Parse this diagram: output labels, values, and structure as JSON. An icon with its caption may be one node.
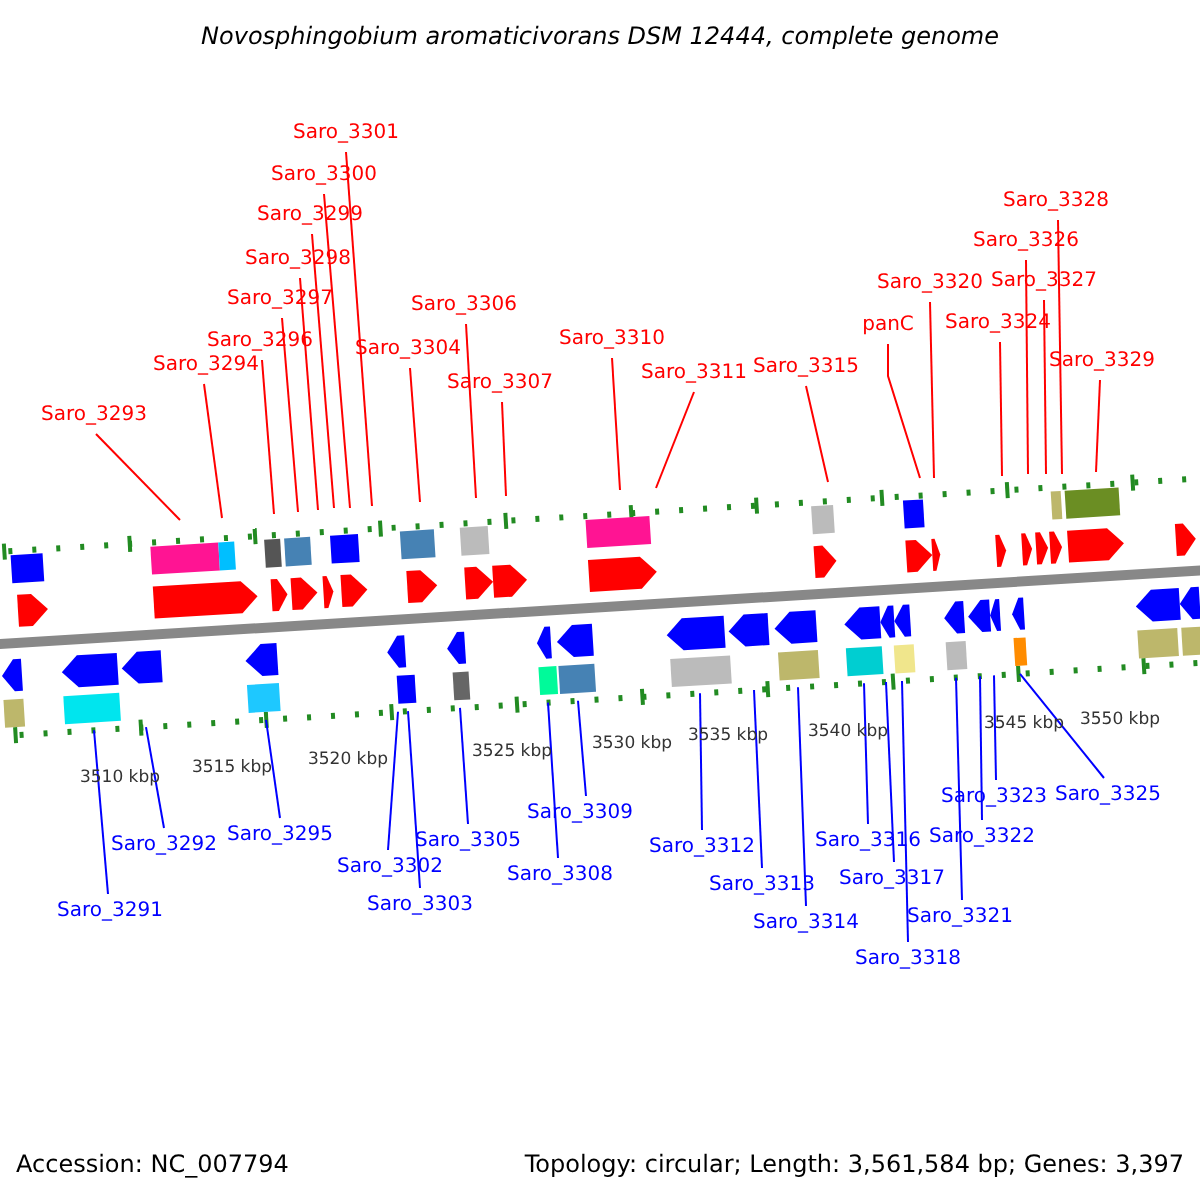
{
  "diagram": {
    "title": "Novosphingobium aromaticivorans DSM 12444, complete genome",
    "nodes": [
      {
        "text": [
          "Saro_3293"
        ]
      },
      {
        "text": [
          "Saro_3294"
        ]
      },
      {
        "text": [
          "Saro_3296"
        ]
      },
      {
        "text": [
          "Saro_3297"
        ]
      },
      {
        "text": [
          "Saro_3298"
        ]
      },
      {
        "text": [
          "Saro_3299"
        ]
      },
      {
        "text": [
          "Saro_3300"
        ]
      },
      {
        "text": [
          "Saro_3301"
        ]
      },
      {
        "text": [
          "Saro_3304"
        ]
      },
      {
        "text": [
          "Saro_3306"
        ]
      },
      {
        "text": [
          "Saro_3307"
        ]
      },
      {
        "text": [
          "Saro_3310"
        ]
      },
      {
        "text": [
          "Saro_3311"
        ]
      },
      {
        "text": [
          "Saro_3315"
        ]
      },
      {
        "text": [
          "panC"
        ]
      },
      {
        "text": [
          "Saro_3320"
        ]
      },
      {
        "text": [
          "Saro_3324"
        ]
      },
      {
        "text": [
          "Saro_3326"
        ]
      },
      {
        "text": [
          "Saro_3327"
        ]
      },
      {
        "text": [
          "Saro_3328"
        ]
      },
      {
        "text": [
          "Saro_3329"
        ]
      },
      {
        "text": [
          "Saro_3291"
        ]
      },
      {
        "text": [
          "Saro_3292"
        ]
      },
      {
        "text": [
          "Saro_3295"
        ]
      },
      {
        "text": [
          "Saro_3302"
        ]
      },
      {
        "text": [
          "Saro_3303"
        ]
      },
      {
        "text": [
          "Saro_3305"
        ]
      },
      {
        "text": [
          "Saro_3308"
        ]
      },
      {
        "text": [
          "Saro_3309"
        ]
      },
      {
        "text": [
          "Saro_3312"
        ]
      },
      {
        "text": [
          "Saro_3313"
        ]
      },
      {
        "text": [
          "Saro_3314"
        ]
      },
      {
        "text": [
          "Saro_3316"
        ]
      },
      {
        "text": [
          "Saro_3317"
        ]
      },
      {
        "text": [
          "Saro_3318"
        ]
      },
      {
        "text": [
          "Saro_3321"
        ]
      },
      {
        "text": [
          "Saro_3322"
        ]
      },
      {
        "text": [
          "Saro_3323"
        ]
      },
      {
        "text": [
          "Saro_3325"
        ]
      }
    ],
    "edges": [
      {
        "from": 0,
        "to": null,
        "arrow": "none"
      },
      {
        "from": 1,
        "to": null,
        "arrow": "none"
      },
      {
        "from": 2,
        "to": null,
        "arrow": "none"
      },
      {
        "from": 3,
        "to": null,
        "arrow": "none"
      },
      {
        "from": 4,
        "to": null,
        "arrow": "none"
      },
      {
        "from": 5,
        "to": null,
        "arrow": "none"
      },
      {
        "from": 6,
        "to": null,
        "arrow": "none"
      },
      {
        "from": 7,
        "to": null,
        "arrow": "none"
      },
      {
        "from": 8,
        "to": null,
        "arrow": "none"
      },
      {
        "from": 9,
        "to": null,
        "arrow": "none"
      },
      {
        "from": 10,
        "to": null,
        "arrow": "none"
      },
      {
        "from": 11,
        "to": null,
        "arrow": "none"
      },
      {
        "from": 12,
        "to": null,
        "arrow": "none"
      },
      {
        "from": 13,
        "to": null,
        "arrow": "none"
      },
      {
        "from": 14,
        "to": null,
        "arrow": "none"
      },
      {
        "from": 15,
        "to": null,
        "arrow": "none"
      },
      {
        "from": 16,
        "to": null,
        "arrow": "none"
      },
      {
        "from": 17,
        "to": null,
        "arrow": "none"
      },
      {
        "from": 18,
        "to": null,
        "arrow": "none"
      },
      {
        "from": 19,
        "to": null,
        "arrow": "none"
      },
      {
        "from": 20,
        "to": null,
        "arrow": "none"
      },
      {
        "from": 21,
        "to": null,
        "arrow": "none",
        "color": "#0000ff"
      },
      {
        "from": 22,
        "to": null,
        "arrow": "none",
        "color": "#0000ff"
      },
      {
        "from": 23,
        "to": null,
        "arrow": "none",
        "color": "#0000ff"
      },
      {
        "from": 24,
        "to": null,
        "arrow": "none",
        "color": "#0000ff"
      },
      {
        "from": 25,
        "to": null,
        "arrow": "none",
        "color": "#0000ff"
      },
      {
        "from": 26,
        "to": null,
        "arrow": "none",
        "color": "#0000ff"
      },
      {
        "from": 27,
        "to": null,
        "arrow": "none",
        "color": "#0000ff"
      },
      {
        "from": 28,
        "to": null,
        "arrow": "none",
        "color": "#0000ff"
      },
      {
        "from": 29,
        "to": null,
        "arrow": "none",
        "color": "#0000ff"
      },
      {
        "from": 30,
        "to": null,
        "arrow": "none",
        "color": "#0000ff"
      },
      {
        "from": 31,
        "to": null,
        "arrow": "none",
        "color": "#0000ff"
      },
      {
        "from": 32,
        "to": null,
        "arrow": "none",
        "color": "#0000ff"
      },
      {
        "from": 33,
        "to": null,
        "arrow": "none",
        "color": "#0000ff"
      },
      {
        "from": 34,
        "to": null,
        "arrow": "none",
        "color": "#0000ff"
      },
      {
        "from": 35,
        "to": null,
        "arrow": "none",
        "color": "#0000ff"
      },
      {
        "from": 36,
        "to": null,
        "arrow": "none",
        "color": "#0000ff"
      },
      {
        "from": 37,
        "to": null,
        "arrow": "none",
        "color": "#0000ff"
      },
      {
        "from": 38,
        "to": null,
        "arrow": "none",
        "color": "#0000ff"
      }
    ],
    "labels": [
      "3510 kbp",
      "3515 kbp",
      "3520 kbp",
      "3525 kbp",
      "3530 kbp",
      "3535 kbp",
      "3540 kbp",
      "3545 kbp",
      "3550 kbp",
      "Accession: NC_007794",
      "Topology: circular; Length: 3,561,584 bp; Genes: 3,397"
    ]
  }
}
